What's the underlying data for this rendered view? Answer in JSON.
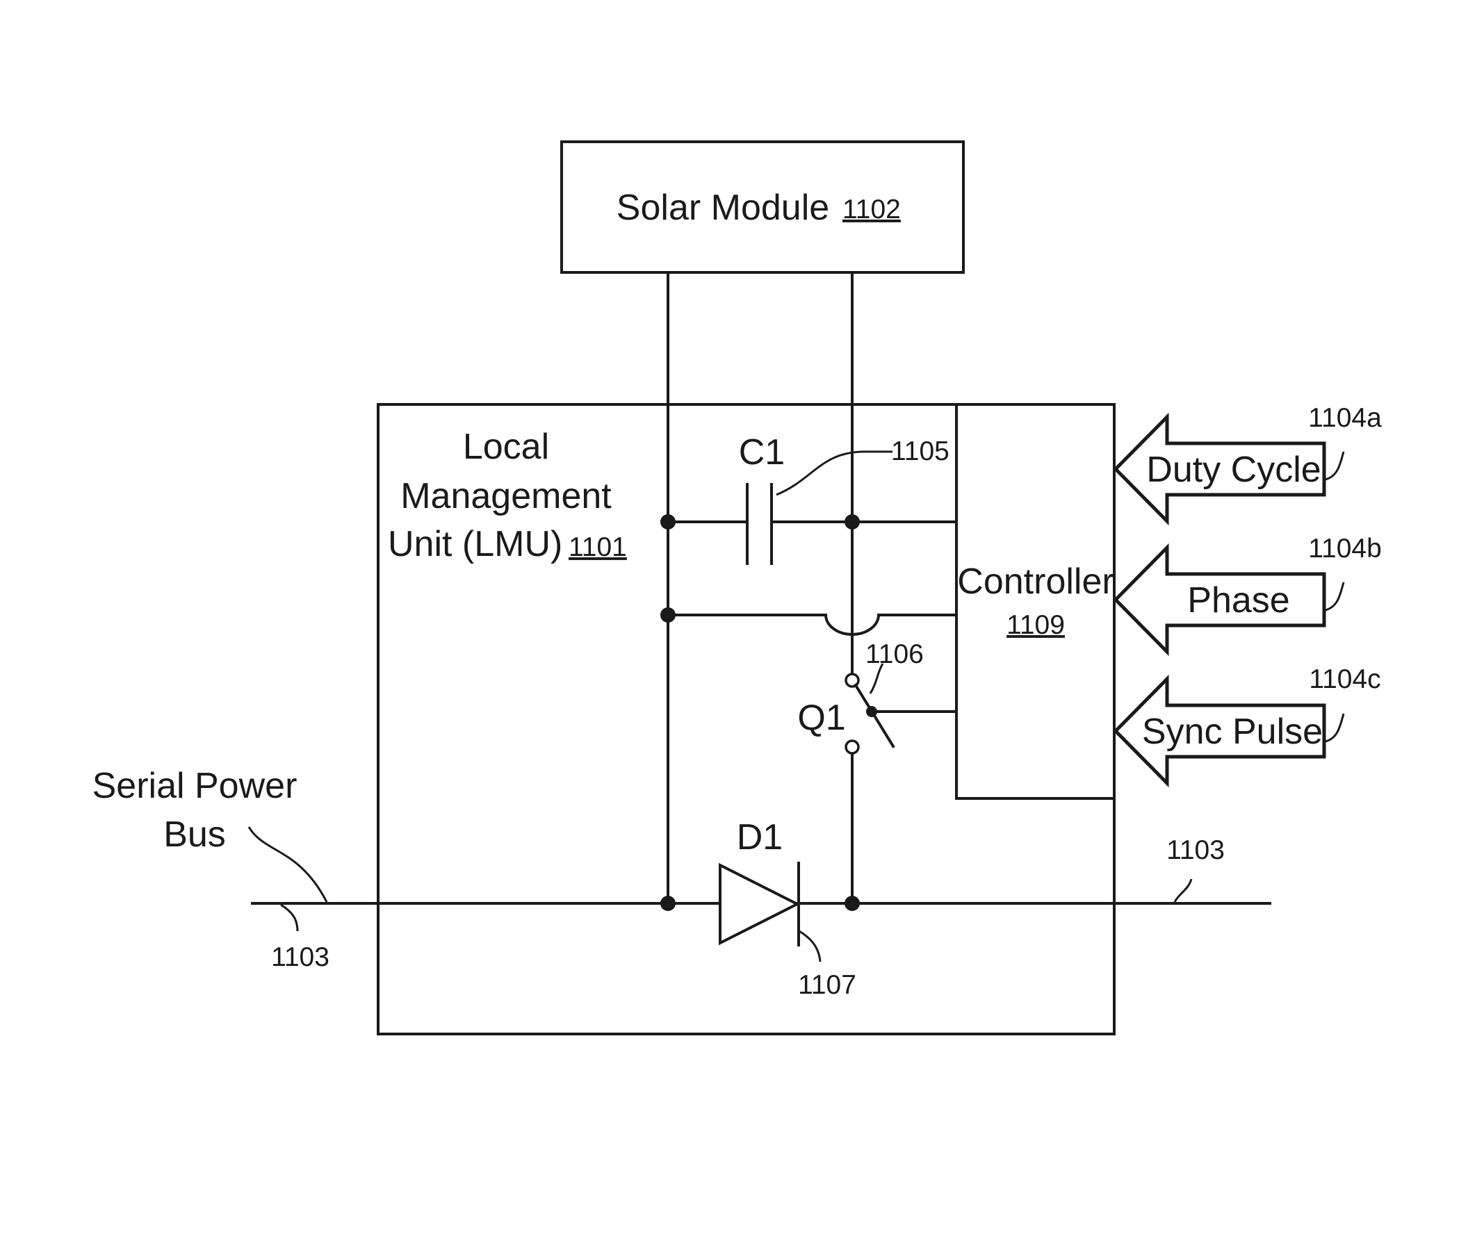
{
  "solar_module": {
    "label": "Solar Module",
    "ref": "1102"
  },
  "lmu": {
    "line1": "Local",
    "line2": "Management",
    "line3": "Unit (LMU)",
    "ref": "1101"
  },
  "controller": {
    "label": "Controller",
    "ref": "1109"
  },
  "capacitor": {
    "label": "C1",
    "ref": "1105"
  },
  "switch": {
    "label": "Q1",
    "ref": "1106"
  },
  "diode": {
    "label": "D1",
    "ref": "1107"
  },
  "bus": {
    "label_line1": "Serial Power",
    "label_line2": "Bus",
    "ref_left": "1103",
    "ref_right": "1103"
  },
  "inputs": [
    {
      "label": "Duty Cycle",
      "ref": "1104a"
    },
    {
      "label": "Phase",
      "ref": "1104b"
    },
    {
      "label": "Sync Pulse",
      "ref": "1104c"
    }
  ]
}
